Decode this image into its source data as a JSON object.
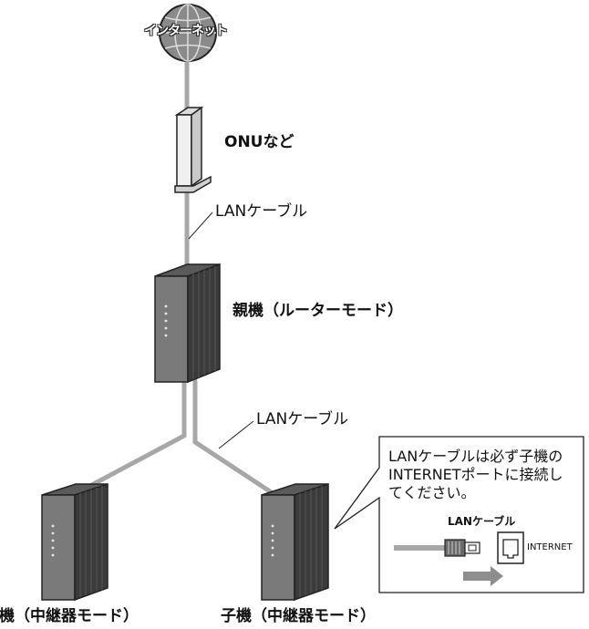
{
  "labels": {
    "internet": "インターネット",
    "onu": "ONUなど",
    "lan_cable_1": "LANケーブル",
    "parent": "親機（ルーターモード）",
    "lan_cable_2": "LANケーブル",
    "child_left": "子機（中継器モード）",
    "child_right": "子機（中継器モード）"
  },
  "callout": {
    "text": "LANケーブルは必ず子機のINTERNETポートに接続してください。",
    "cable_label": "LANケーブル",
    "port_label": "INTERNET"
  },
  "colors": {
    "cable": "#a7a7a7",
    "device_dark": "#3b3b3b",
    "device_mid": "#6f6f6f",
    "device_light": "#9a9a9a",
    "arrow": "#8d8d8d",
    "globe": "#8a8a8a"
  }
}
